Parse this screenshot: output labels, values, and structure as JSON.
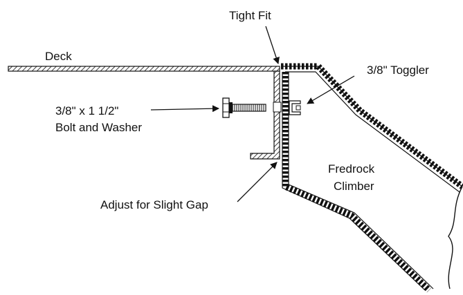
{
  "labels": {
    "deck": "Deck",
    "tight_fit": "Tight Fit",
    "toggler": "3/8\" Toggler",
    "bolt_line1": "3/8\" x 1 1/2\"",
    "bolt_line2": "Bolt and Washer",
    "climber_line1": "Fredrock",
    "climber_line2": "Climber",
    "adjust": "Adjust for Slight Gap"
  },
  "colors": {
    "ink": "#111111",
    "background": "#ffffff"
  }
}
